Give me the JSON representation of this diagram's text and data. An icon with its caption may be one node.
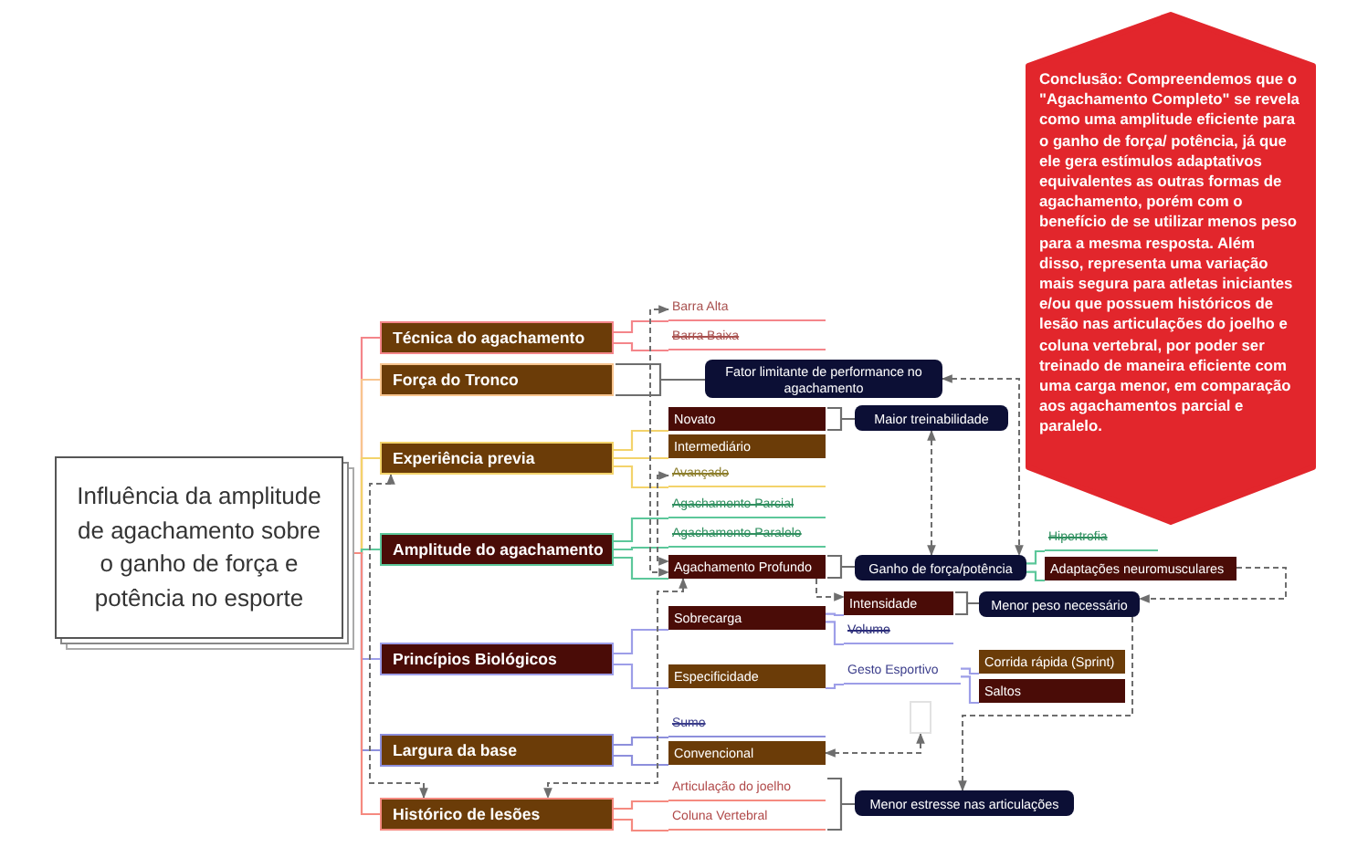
{
  "diagram": {
    "nodes": [
      {
        "text": [
          "Influência da amplitude de agachamento sobre o ganho de força e potência no esporte"
        ]
      },
      {
        "text": [
          "Técnica do agachamento"
        ]
      },
      {
        "text": [
          "Barra Alta"
        ]
      },
      {
        "text": [
          "Barra Baixa"
        ]
      },
      {
        "text": [
          "Força do Tronco"
        ]
      },
      {
        "text": [
          "Fator limitante de performance no agachamento"
        ]
      },
      {
        "text": [
          "Experiência previa"
        ]
      },
      {
        "text": [
          "Novato"
        ]
      },
      {
        "text": [
          "Maior treinabilidade"
        ]
      },
      {
        "text": [
          "Intermediário"
        ]
      },
      {
        "text": [
          "Avançado"
        ]
      },
      {
        "text": [
          "Amplitude do agachamento"
        ]
      },
      {
        "text": [
          "Agachamento Parcial"
        ]
      },
      {
        "text": [
          "Agachamento Paralelo"
        ]
      },
      {
        "text": [
          "Agachamento Profundo"
        ]
      },
      {
        "text": [
          "Ganho de força/potência"
        ]
      },
      {
        "text": [
          "Hipertrofia"
        ]
      },
      {
        "text": [
          "Adaptações neuromusculares"
        ]
      },
      {
        "text": [
          "Princípios Biológicos"
        ]
      },
      {
        "text": [
          "Sobrecarga"
        ]
      },
      {
        "text": [
          "Intensidade"
        ]
      },
      {
        "text": [
          "Menor peso necessário"
        ]
      },
      {
        "text": [
          "Volume"
        ]
      },
      {
        "text": [
          "Especificidade"
        ]
      },
      {
        "text": [
          "Gesto Esportivo"
        ]
      },
      {
        "text": [
          "Corrida rápida (Sprint)"
        ]
      },
      {
        "text": [
          "Saltos"
        ]
      },
      {
        "text": [],
        "shape": "box"
      },
      {
        "text": [
          "Largura da base"
        ]
      },
      {
        "text": [
          "Sumo"
        ]
      },
      {
        "text": [
          "Convencional"
        ]
      },
      {
        "text": [
          "Histórico de lesões"
        ]
      },
      {
        "text": [
          "Articulação do joelho"
        ]
      },
      {
        "text": [
          "Coluna Vertebral"
        ]
      },
      {
        "text": [
          "Menor estresse nas articulações"
        ]
      },
      {
        "text": [
          "Conclusão: Compreendemos que o \"Agachamento Completo\" se revela como uma amplitude eficiente para o ganho de força/ potência, já que ele gera estímulos adaptativos equivalentes as outras formas de agachamento, porém com o benefício de se utilizar menos peso para a mesma resposta. Além disso, representa uma variação mais segura para atletas iniciantes e/ou que possuem históricos de lesão nas articulações do joelho e coluna vertebral, por poder ser treinado de maneira eficiente com uma carga menor, em comparação aos agachamentos parcial e paralelo."
        ]
      }
    ],
    "edges": [
      {
        "from": 0,
        "to": 1,
        "arrow": "none",
        "color": "#f4858a"
      },
      {
        "from": 0,
        "to": 4,
        "arrow": "none",
        "color": "#f8c48e"
      },
      {
        "from": 0,
        "to": 6,
        "arrow": "none",
        "color": "#f3d36b"
      },
      {
        "from": 0,
        "to": 11,
        "arrow": "none",
        "color": "#5cc79a"
      },
      {
        "from": 0,
        "to": 18,
        "arrow": "none",
        "color": "#9d9ee8"
      },
      {
        "from": 0,
        "to": 28,
        "arrow": "none",
        "color": "#8d8fdc"
      },
      {
        "from": 0,
        "to": 31,
        "arrow": "none",
        "color": "#f58a80"
      },
      {
        "from": 1,
        "to": 2,
        "arrow": "none",
        "color": "#f4858a"
      },
      {
        "from": 1,
        "to": 3,
        "arrow": "none",
        "color": "#f4858a"
      },
      {
        "from": 6,
        "to": 7,
        "arrow": "none",
        "color": "#f3d36b"
      },
      {
        "from": 6,
        "to": 9,
        "arrow": "none",
        "color": "#f3d36b"
      },
      {
        "from": 6,
        "to": 10,
        "arrow": "none",
        "color": "#f3d36b"
      },
      {
        "from": 11,
        "to": 12,
        "arrow": "none",
        "color": "#5cc79a"
      },
      {
        "from": 11,
        "to": 13,
        "arrow": "none",
        "color": "#5cc79a"
      },
      {
        "from": 11,
        "to": 14,
        "arrow": "none",
        "color": "#5cc79a"
      },
      {
        "from": 15,
        "to": 16,
        "arrow": "none",
        "color": "#5cc79a"
      },
      {
        "from": 15,
        "to": 17,
        "arrow": "none",
        "color": "#5cc79a"
      },
      {
        "from": 18,
        "to": 19,
        "arrow": "none",
        "color": "#9d9ee8"
      },
      {
        "from": 18,
        "to": 23,
        "arrow": "none",
        "color": "#9d9ee8"
      },
      {
        "from": 19,
        "to": 20,
        "arrow": "none",
        "color": "#9d9ee8"
      },
      {
        "from": 19,
        "to": 22,
        "arrow": "none",
        "color": "#9d9ee8"
      },
      {
        "from": 23,
        "to": 24,
        "arrow": "none",
        "color": "#9d9ee8"
      },
      {
        "from": 24,
        "to": 25,
        "arrow": "none",
        "color": "#9d9ee8"
      },
      {
        "from": 24,
        "to": 26,
        "arrow": "none",
        "color": "#9d9ee8"
      },
      {
        "from": 28,
        "to": 29,
        "arrow": "none",
        "color": "#8d8fdc"
      },
      {
        "from": 28,
        "to": 30,
        "arrow": "none",
        "color": "#8d8fdc"
      },
      {
        "from": 31,
        "to": 32,
        "arrow": "none",
        "color": "#f58a80"
      },
      {
        "from": 31,
        "to": 33,
        "arrow": "none",
        "color": "#f58a80"
      },
      {
        "from": 6,
        "to": 31,
        "arrow": "both",
        "style": "dashed"
      },
      {
        "from": 14,
        "to": 31,
        "arrow": "both",
        "style": "dashed"
      },
      {
        "from": 5,
        "to": 15,
        "arrow": "both",
        "style": "dashed"
      },
      {
        "from": 8,
        "to": 15,
        "arrow": "both",
        "style": "dashed"
      },
      {
        "from": 2,
        "to": 14,
        "arrow": "both",
        "style": "dashed"
      },
      {
        "from": 14,
        "to": 20,
        "arrow": "to",
        "style": "dashed"
      },
      {
        "from": 17,
        "to": 21,
        "arrow": "to",
        "style": "dashed"
      },
      {
        "from": 21,
        "to": 34,
        "arrow": "to",
        "style": "dashed"
      },
      {
        "from": 27,
        "to": 30,
        "arrow": "both",
        "style": "dashed"
      },
      {
        "from": 10,
        "to": 14,
        "arrow": "both",
        "style": "dashed"
      }
    ]
  }
}
